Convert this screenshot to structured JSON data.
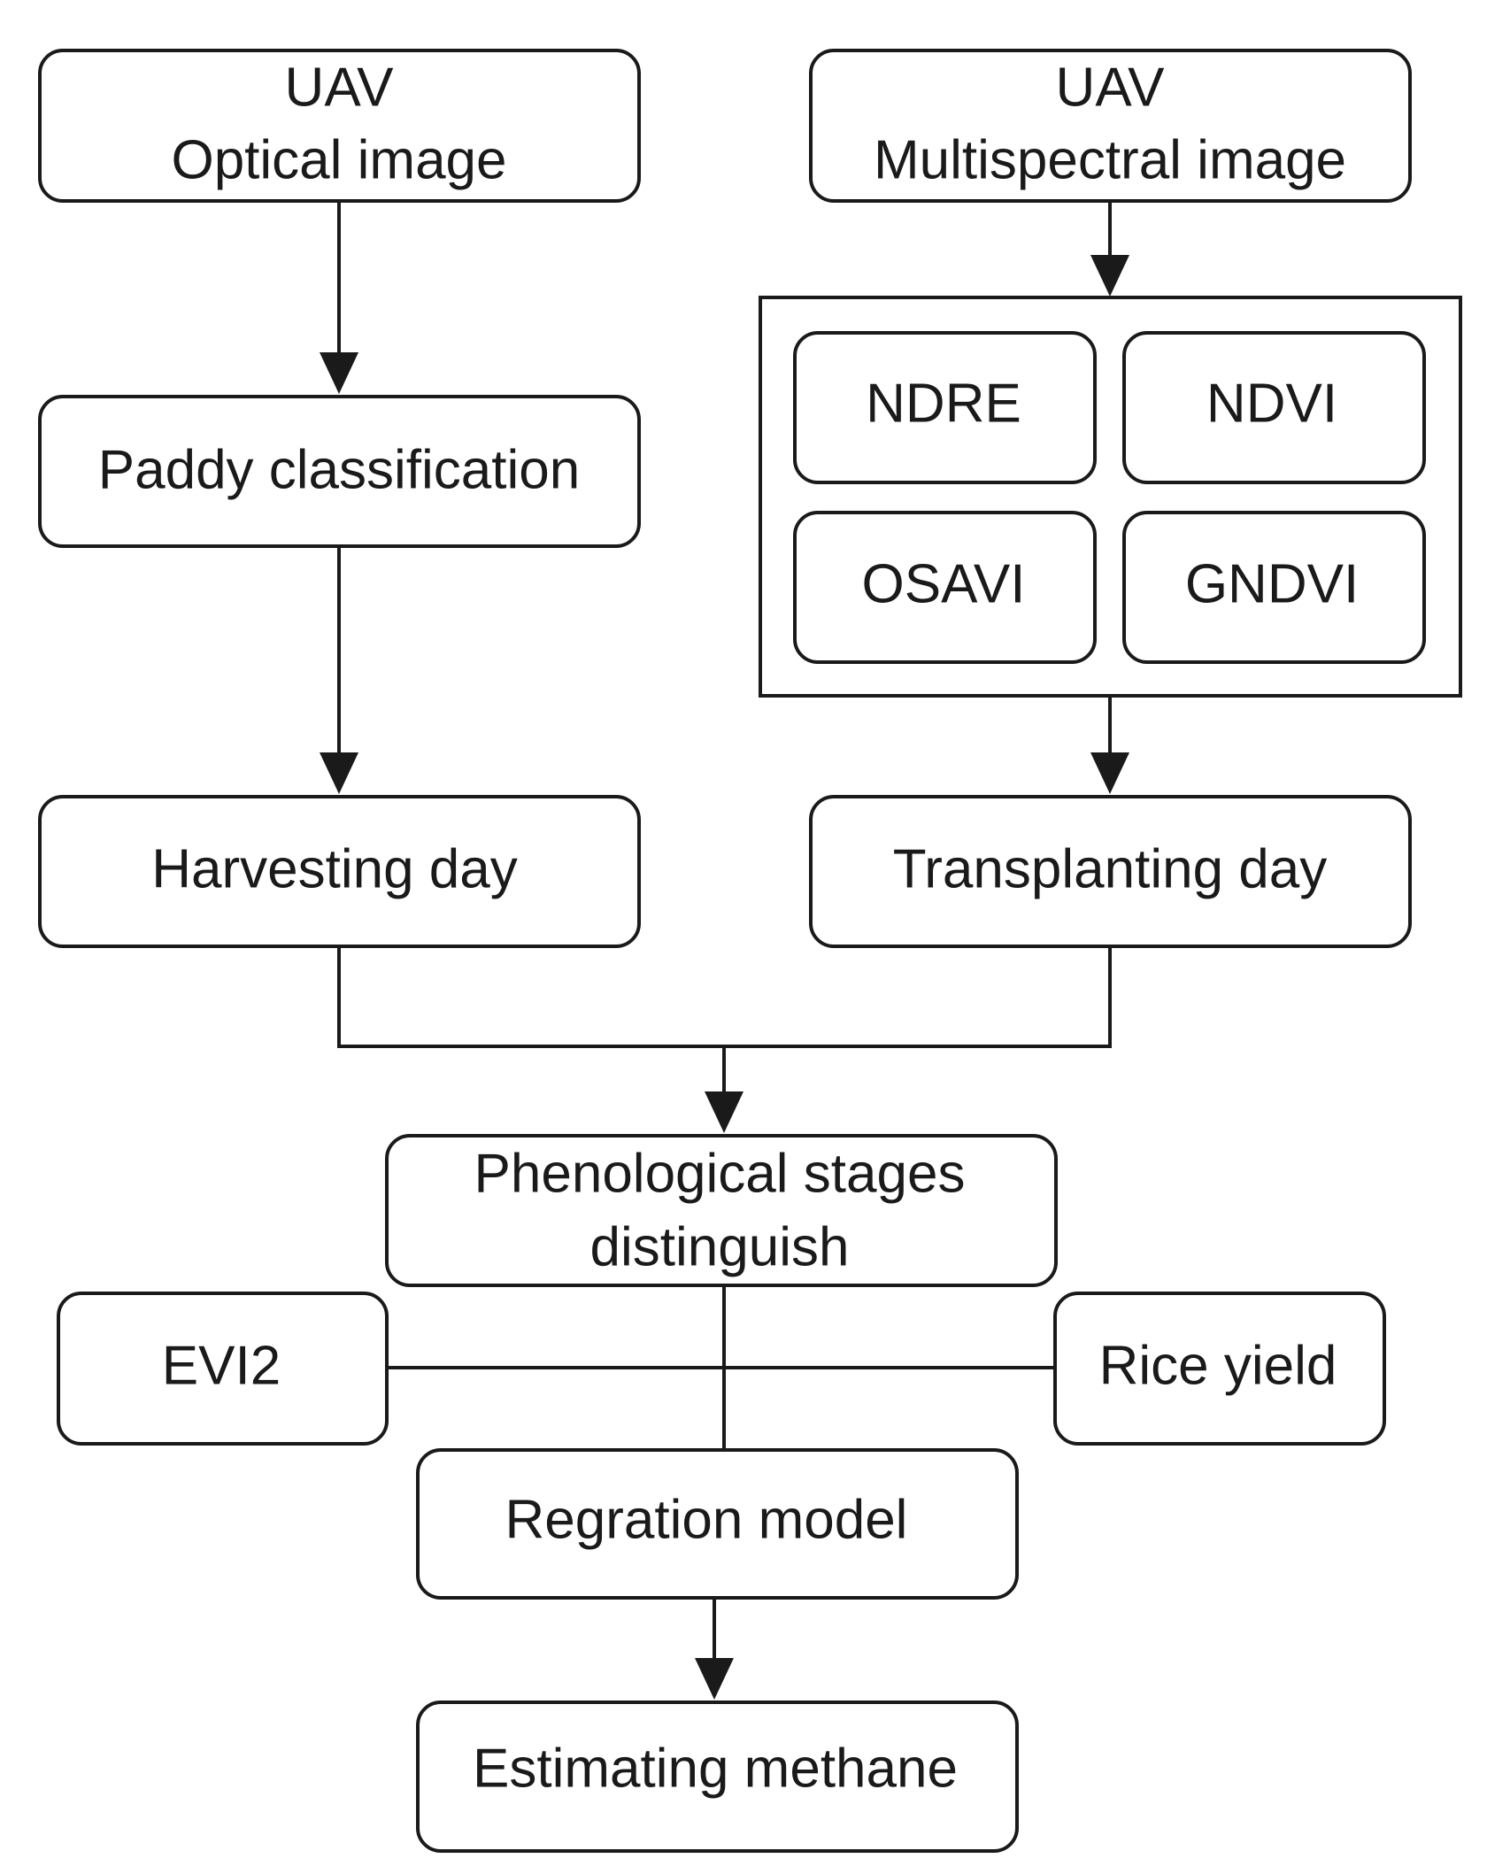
{
  "diagram": {
    "nodes": {
      "uav_optical": {
        "lines": [
          "UAV",
          "Optical image"
        ]
      },
      "uav_multispectral": {
        "lines": [
          "UAV",
          "Multispectral image"
        ]
      },
      "paddy_classification": {
        "lines": [
          "Paddy classification"
        ]
      },
      "ndre": {
        "lines": [
          "NDRE"
        ]
      },
      "ndvi": {
        "lines": [
          "NDVI"
        ]
      },
      "osavi": {
        "lines": [
          "OSAVI"
        ]
      },
      "gndvi": {
        "lines": [
          "GNDVI"
        ]
      },
      "harvesting_day": {
        "lines": [
          "Harvesting day"
        ]
      },
      "transplanting_day": {
        "lines": [
          "Transplanting day"
        ]
      },
      "phenological_stages": {
        "lines": [
          "Phenological stages",
          "distinguish"
        ]
      },
      "evi2": {
        "lines": [
          "EVI2"
        ]
      },
      "rice_yield": {
        "lines": [
          "Rice yield"
        ]
      },
      "regration_model": {
        "lines": [
          "Regration model"
        ]
      },
      "estimating_methane": {
        "lines": [
          "Estimating methane"
        ]
      }
    }
  }
}
